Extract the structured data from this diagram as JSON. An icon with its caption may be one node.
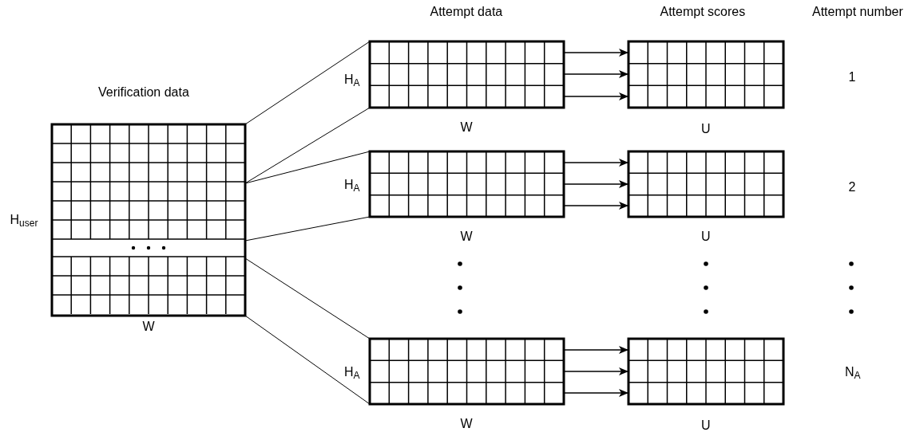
{
  "diagram": {
    "nodes": [
      {
        "text": [],
        "shape": "grid",
        "beside": [
          "Verification data",
          "H$_{user}$",
          "W"
        ]
      },
      {
        "text": [],
        "shape": "grid",
        "beside": [
          "Attempt data",
          "H$_{A}$",
          "W"
        ]
      },
      {
        "text": [],
        "shape": "grid",
        "beside": [
          "H$_{A}$",
          "W"
        ]
      },
      {
        "text": [],
        "shape": "grid",
        "beside": [
          "H$_{A}$",
          "W"
        ]
      },
      {
        "text": [],
        "shape": "grid",
        "beside": [
          "Attempt scores",
          "U"
        ]
      },
      {
        "text": [],
        "shape": "grid",
        "beside": [
          "U"
        ]
      },
      {
        "text": [],
        "shape": "grid",
        "beside": [
          "U"
        ]
      }
    ],
    "edges": [
      {
        "from": 0,
        "to": 1,
        "arrow": "none"
      },
      {
        "from": 0,
        "to": 1,
        "arrow": "none"
      },
      {
        "from": 0,
        "to": 2,
        "arrow": "none"
      },
      {
        "from": 0,
        "to": 2,
        "arrow": "none"
      },
      {
        "from": 0,
        "to": 3,
        "arrow": "none"
      },
      {
        "from": 0,
        "to": 3,
        "arrow": "none"
      },
      {
        "from": 1,
        "to": 4,
        "arrow": "to"
      },
      {
        "from": 1,
        "to": 4,
        "arrow": "to"
      },
      {
        "from": 1,
        "to": 4,
        "arrow": "to"
      },
      {
        "from": 2,
        "to": 5,
        "arrow": "to"
      },
      {
        "from": 2,
        "to": 5,
        "arrow": "to"
      },
      {
        "from": 2,
        "to": 5,
        "arrow": "to"
      },
      {
        "from": 3,
        "to": 6,
        "arrow": "to"
      },
      {
        "from": 3,
        "to": 6,
        "arrow": "to"
      },
      {
        "from": 3,
        "to": 6,
        "arrow": "to"
      }
    ],
    "labels": [
      "Attempt number",
      "1",
      "2",
      "N$_{A}$"
    ]
  }
}
